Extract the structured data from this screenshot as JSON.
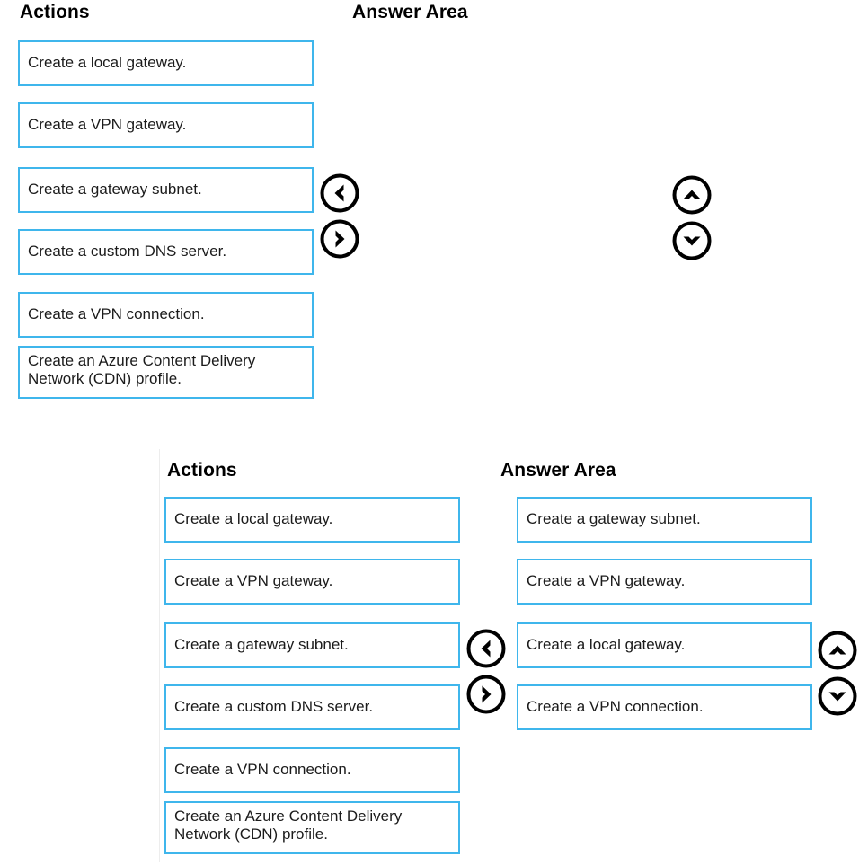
{
  "top_section": {
    "actions_header": "Actions",
    "answer_header": "Answer Area",
    "actions": [
      {
        "label": "Create a local gateway."
      },
      {
        "label": "Create a VPN gateway."
      },
      {
        "label": "Create a gateway subnet."
      },
      {
        "label": "Create a custom DNS server."
      },
      {
        "label": "Create a VPN connection."
      },
      {
        "label": "Create an Azure Content Delivery Network (CDN) profile."
      }
    ],
    "answers": [],
    "move_left_icon": "chevron-left-circle-icon",
    "move_right_icon": "chevron-right-circle-icon",
    "move_up_icon": "chevron-up-circle-icon",
    "move_down_icon": "chevron-down-circle-icon"
  },
  "bottom_section": {
    "actions_header": "Actions",
    "answer_header": "Answer Area",
    "actions": [
      {
        "label": "Create a local gateway."
      },
      {
        "label": "Create a VPN gateway."
      },
      {
        "label": "Create a gateway subnet."
      },
      {
        "label": "Create a custom DNS server."
      },
      {
        "label": "Create a VPN connection."
      },
      {
        "label": "Create an Azure Content Delivery Network (CDN) profile."
      }
    ],
    "answers": [
      {
        "label": "Create a gateway subnet."
      },
      {
        "label": "Create a VPN gateway."
      },
      {
        "label": "Create a local gateway."
      },
      {
        "label": "Create a VPN connection."
      }
    ],
    "move_left_icon": "chevron-left-circle-icon",
    "move_right_icon": "chevron-right-circle-icon",
    "move_up_icon": "chevron-up-circle-icon",
    "move_down_icon": "chevron-down-circle-icon"
  },
  "colors": {
    "box_border": "#3fb6ec",
    "icon": "#000000",
    "text": "#1b1b1b",
    "divider": "#ededed"
  }
}
